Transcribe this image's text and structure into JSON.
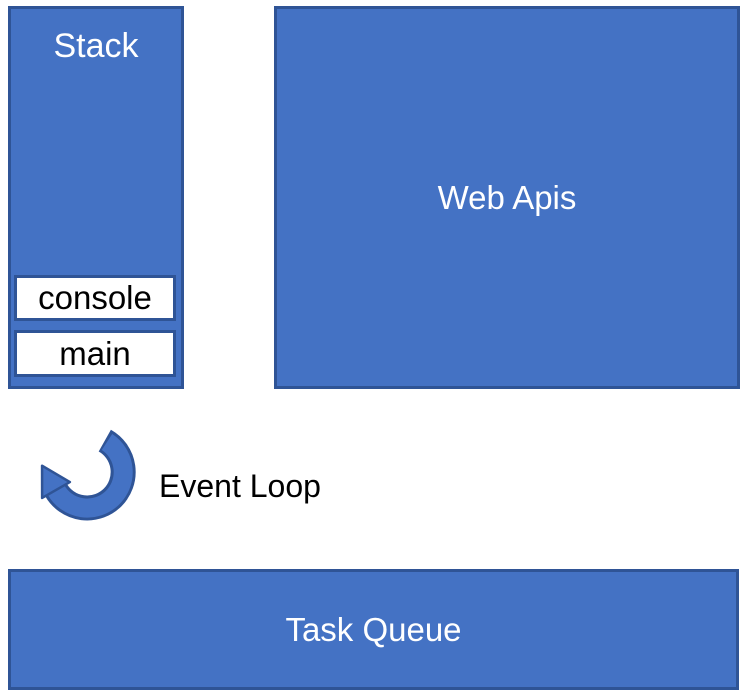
{
  "colors": {
    "box_fill": "#4472C4",
    "box_border": "#2F5496",
    "frame_fill": "#FFFFFF",
    "frame_border": "#2F5496",
    "box_text": "#FFFFFF",
    "frame_text": "#000000",
    "loop_text": "#000000",
    "background": "#FFFFFF"
  },
  "stack": {
    "label": "Stack",
    "frames": [
      {
        "label": "console"
      },
      {
        "label": "main"
      }
    ]
  },
  "web_apis": {
    "label": "Web Apis"
  },
  "task_queue": {
    "label": "Task Queue"
  },
  "event_loop": {
    "label": "Event Loop",
    "arrow_icon": "curved-arrow-counterclockwise"
  }
}
